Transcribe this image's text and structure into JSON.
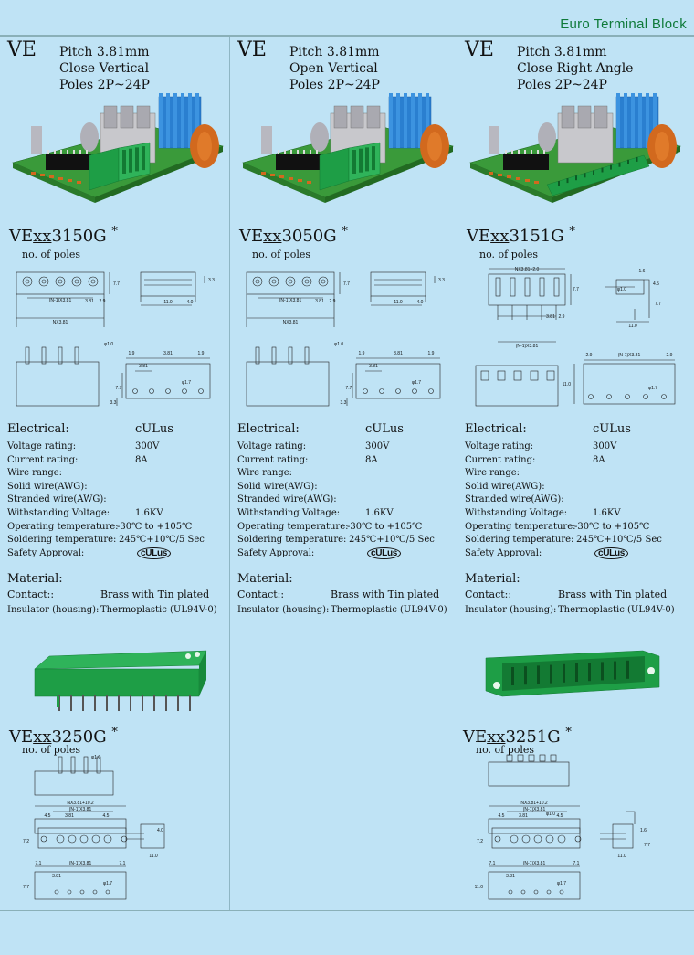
{
  "header": {
    "title": "Euro Terminal Block"
  },
  "columns": [
    {
      "series": "VE",
      "pitch": "Pitch 3.81mm",
      "style": "Close Vertical",
      "poles": "Poles  2P~24P",
      "part": {
        "pre": "VE",
        "xx": "xx",
        "post": "3150G",
        "star": "*"
      },
      "nop": "no. of poles",
      "dims": {
        "a": "(N-1)X3.81",
        "b": "NX3.81",
        "c": "3.81",
        "d": "2.9",
        "e": "7.7",
        "f": "11.0",
        "g": "4.0",
        "h": "3.3",
        "i": "1.9",
        "j": "1.9",
        "k": "3.81",
        "l": "φ1.7",
        "m": "φ1.0",
        "n": "7.7",
        "o": "3.3"
      }
    },
    {
      "series": "VE",
      "pitch": "Pitch 3.81mm",
      "style": "Open Vertical",
      "poles": "Poles  2P~24P",
      "part": {
        "pre": "VE",
        "xx": "xx",
        "post": "3050G",
        "star": "*"
      },
      "nop": "no. of poles",
      "dims": {
        "a": "(N-1)X3.81",
        "b": "NX3.81",
        "c": "3.81",
        "d": "2.9",
        "e": "7.7",
        "f": "11.0",
        "g": "4.0",
        "h": "3.3",
        "i": "1.9",
        "j": "1.9",
        "k": "3.81",
        "l": "φ1.7",
        "m": "φ1.0",
        "n": "7.7",
        "o": "3.3"
      }
    },
    {
      "series": "VE",
      "pitch": "Pitch 3.81mm",
      "style": "Close Right Angle",
      "poles": "Poles  2P~24P",
      "part": {
        "pre": "VE",
        "xx": "xx",
        "post": "3151G",
        "star": "*"
      },
      "nop": "no. of poles",
      "dims": {
        "a": "NX3.81+2.0",
        "b": "(N-1)X3.81",
        "c": "3.81",
        "d": "2.9",
        "e": "7.7",
        "f": "11.0",
        "g": "1.6",
        "h": "4.5",
        "i": "2.9",
        "j": "2.9",
        "k": "(N-1)X3.81",
        "l": "φ1.7",
        "m": "φ1.0",
        "n": "11.0",
        "o": "7.7"
      }
    }
  ],
  "spec": {
    "electrical": "Electrical:",
    "cert": "cULus",
    "rows": [
      {
        "label": "Voltage rating:",
        "value": "300V"
      },
      {
        "label": "Current rating:",
        "value": "8A"
      },
      {
        "label": "Wire range:",
        "value": ""
      },
      {
        "label": "Solid wire(AWG):",
        "value": ""
      },
      {
        "label": "Stranded wire(AWG):",
        "value": ""
      },
      {
        "label": "Withstanding Voltage:",
        "value": "1.6KV"
      },
      {
        "label": "Operating temperature:",
        "value": "-30℃ to +105℃"
      },
      {
        "label": "Soldering temperature:",
        "value": "245℃+10℃/5 Sec"
      },
      {
        "label": "Safety Approval:",
        "value": ""
      }
    ],
    "ul_mark": "cULus",
    "material": "Material:",
    "contact_label": "Contact::",
    "contact_value": "Brass with Tin plated",
    "insulator_label": "Insulator (housing):",
    "insulator_value": "Thermoplastic (UL94V-0)"
  },
  "lower": [
    {
      "part": {
        "pre": "VE",
        "xx": "xx",
        "post": "3250G",
        "star": "*"
      },
      "nop": "no. of poles",
      "dims": {
        "a": "NX3.81+10.2",
        "b": "(N-1)X3.81",
        "c": "4.5",
        "d": "3.81",
        "e": "4.5",
        "f": "7.2",
        "g": "11.0",
        "h": "4.0",
        "i": "7.1",
        "j": "(N-1)X3.81",
        "k": "7.1",
        "l": "3.81",
        "m": "φ1.7",
        "n": "7.7",
        "o": "φ1.0"
      }
    },
    {
      "part": {
        "pre": "VE",
        "xx": "xx",
        "post": "3251G",
        "star": "*"
      },
      "nop": "no. of poles",
      "dims": {
        "a": "NX3.81+10.2",
        "b": "(N-1)X3.81",
        "c": "4.5",
        "d": "3.81",
        "e": "4.5",
        "f": "7.2",
        "g": "11.0",
        "h": "1.6",
        "i": "7.1",
        "j": "(N-1)X3.81",
        "k": "7.1",
        "l": "3.81",
        "m": "φ1.7",
        "n": "11.0",
        "o": "7.7",
        "p": "φ1.0"
      }
    }
  ],
  "colors": {
    "bg": "#bfe3f5",
    "green": "#1e9e46",
    "dark_green": "#137a33",
    "header_text": "#0f7a3a",
    "board": "#3a9a3a"
  }
}
